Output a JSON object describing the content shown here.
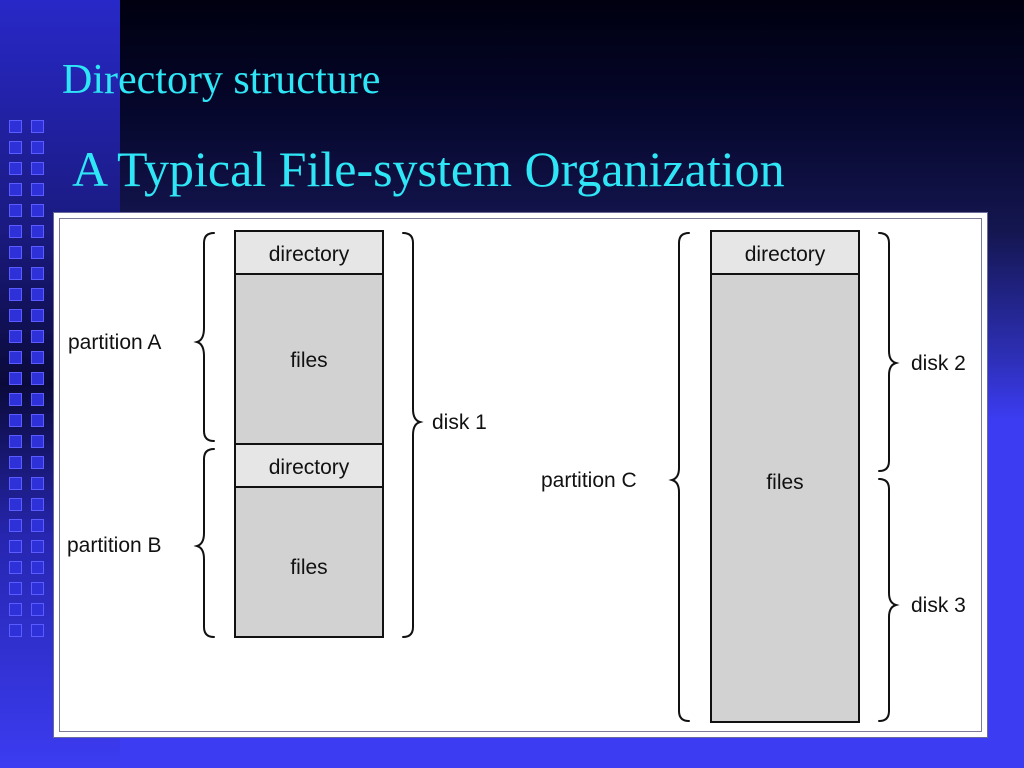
{
  "slide": {
    "title": "Directory structure",
    "subtitle": "A Typical File-system Organization"
  },
  "diagram": {
    "disk1": {
      "label": "disk 1",
      "partition_a": {
        "label": "partition A",
        "directory": "directory",
        "files": "files"
      },
      "partition_b": {
        "label": "partition B",
        "directory": "directory",
        "files": "files"
      }
    },
    "partition_c": {
      "label": "partition C",
      "directory": "directory",
      "files": "files",
      "disk2": "disk 2",
      "disk3": "disk 3"
    }
  },
  "colors": {
    "title": "#2ee6f5",
    "background": "#3c3cf2",
    "directory_fill": "#e6e6e6",
    "files_fill": "#d2d2d2"
  }
}
